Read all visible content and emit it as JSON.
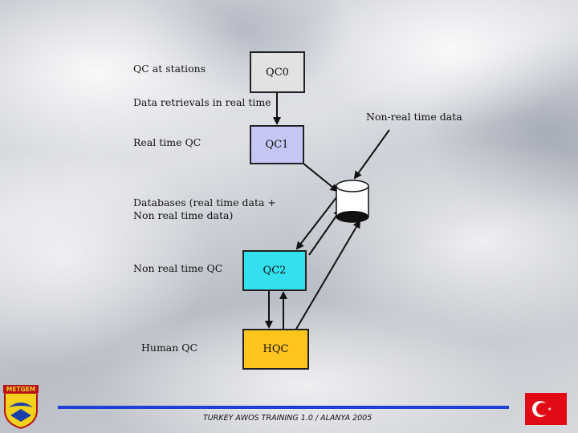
{
  "labels": {
    "qc_at_stations": "QC at stations",
    "data_retrievals": "Data retrievals in real time",
    "non_real_time_data": "Non-real time data",
    "real_time_qc": "Real time QC",
    "databases_line1": "Databases (real time data +",
    "databases_line2": "Non real time data)",
    "non_real_time_qc": "Non real time QC",
    "human_qc": "Human QC"
  },
  "boxes": {
    "qc0": {
      "label": "QC0",
      "fill": "#e2e2e2"
    },
    "qc1": {
      "label": "QC1",
      "fill": "#c6c6f4"
    },
    "qc2": {
      "label": "QC2",
      "fill": "#33e0ee"
    },
    "hqc": {
      "label": "HQC",
      "fill": "#ffc41e"
    }
  },
  "footer": {
    "text": "TURKEY AWOS TRAINING 1.0 / ALANYA 2005",
    "rule_color": "#1f3fd6"
  },
  "logo": {
    "text": "METGEM"
  },
  "flag": {
    "color": "#e30a17",
    "name": "turkey-flag"
  }
}
